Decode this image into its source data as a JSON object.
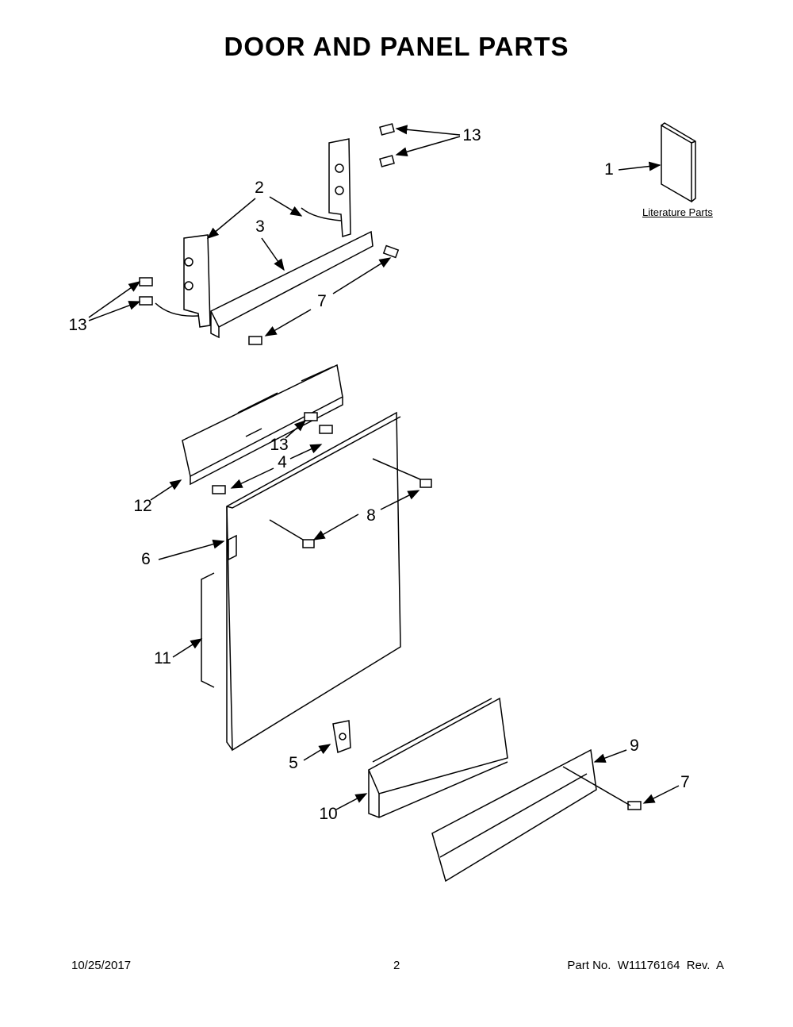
{
  "title": "DOOR AND PANEL PARTS",
  "literature_label": "Literature Parts",
  "callouts": [
    "13",
    "1",
    "2",
    "3",
    "7",
    "13",
    "13",
    "4",
    "12",
    "8",
    "6",
    "11",
    "5",
    "9",
    "7",
    "10"
  ],
  "footer": {
    "date": "10/25/2017",
    "page": "2",
    "part_number": "Part No.  W11176164  Rev.  A"
  }
}
